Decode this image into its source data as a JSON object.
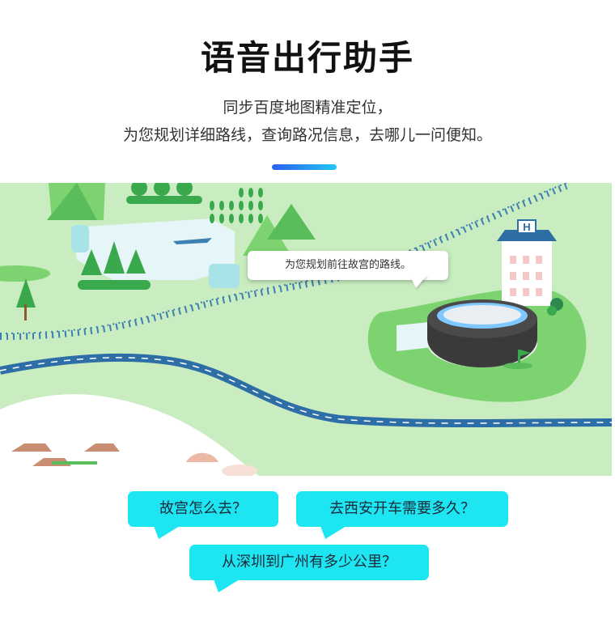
{
  "header": {
    "title": "语音出行助手",
    "subtitle_line1": "同步百度地图精准定位，",
    "subtitle_line2": "为您规划详细路线，查询路况信息，去哪儿一问便知。"
  },
  "map": {
    "speech_bubble": "为您规划前往故宫的路线。",
    "hotel_sign": "H"
  },
  "questions": [
    {
      "text": "故宫怎么去？"
    },
    {
      "text": "去西安开车需要多久？"
    },
    {
      "text": "从深圳到广州有多少公里？"
    }
  ],
  "colors": {
    "map_bg": "#c9edc0",
    "grass_green": "#7cd36f",
    "tree_green": "#3aa84c",
    "road_blue": "#2d6ea6",
    "rail": "#3d7fb3",
    "bubble_cyan": "#1de6f2",
    "accent_start": "#2b5ff0",
    "accent_end": "#21c7f5"
  }
}
